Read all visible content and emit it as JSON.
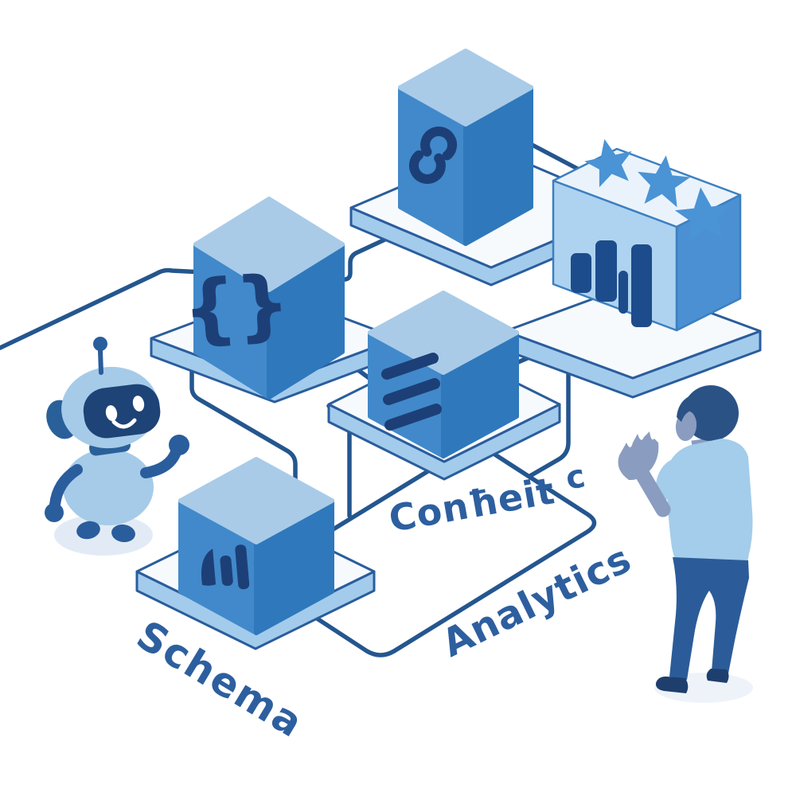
{
  "illustration": {
    "labels": {
      "schema": "Schema",
      "content_main": "Conħeit",
      "content_sup": "c",
      "analytics": "Analytics"
    },
    "braces_glyph": "{}",
    "nodes": [
      {
        "name": "link-node",
        "icon": "chain-link-icon"
      },
      {
        "name": "code-node",
        "icon": "curly-braces-icon"
      },
      {
        "name": "list-node",
        "icon": "list-lines-icon"
      },
      {
        "name": "chart-node",
        "icon": "bar-chart-icon"
      },
      {
        "name": "rating-node",
        "icon": "bar-chart-panel-icon",
        "stars": 3,
        "bars": 4
      }
    ],
    "colors": {
      "connector": "#24568f",
      "cube_top": "#a9cbe8",
      "cube_left": "#4189ca",
      "cube_right": "#2f78bc",
      "icon": "#1d3f77",
      "platform_top": "#f7fafd",
      "platform_side": "#a3cbec",
      "platform_outline": "#2a5d9c",
      "panel_front": "#aed3f0",
      "panel_side": "#4a90d2",
      "panel_top": "#eaf3fb",
      "panel_bars": "#1d4c8c",
      "star": "#4a93d5",
      "text": "#2d5f9f",
      "robot_body": "#a5cbe9",
      "robot_dark": "#1d4377",
      "robot_limb": "#2a5d9c",
      "skin": "#8a9cc0",
      "hair": "#2b5285",
      "shirt": "#a3cdea",
      "pants": "#2b5c99",
      "shoe": "#1e3f6e",
      "shadow": "#e2ebf5"
    }
  }
}
